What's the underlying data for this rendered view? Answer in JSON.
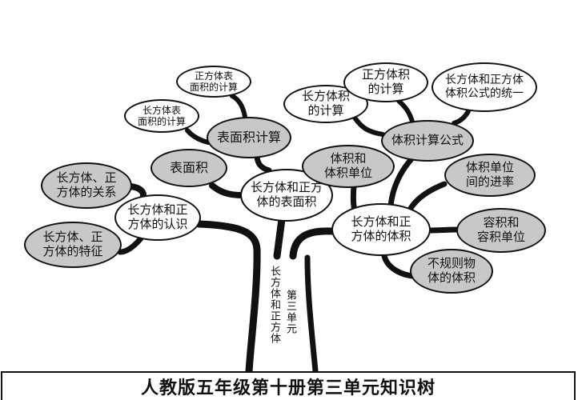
{
  "title": "人教版五年级第十册第三单元知识树",
  "trunk": {
    "left_label": "长方体和正方体",
    "right_label": "第三单元"
  },
  "colors": {
    "grey_fill": "#c8c8c8",
    "white_fill": "#ffffff",
    "stroke": "#111111"
  },
  "nodes": {
    "cube_surface_calc": {
      "text": "正方体表\n面积的计算",
      "fill": "white"
    },
    "cuboid_surface_calc": {
      "text": "长方体表\n面积的计算",
      "fill": "white"
    },
    "surface_area_calc": {
      "text": "表面积计算",
      "fill": "grey"
    },
    "surface_area": {
      "text": "表面积",
      "fill": "grey"
    },
    "relationship": {
      "text": "长方体、正\n方体的关系",
      "fill": "grey"
    },
    "surface_area_main": {
      "text": "长方体和正方\n体的表面积",
      "fill": "white"
    },
    "recognition": {
      "text": "长方体和正\n方体的认识",
      "fill": "white"
    },
    "features": {
      "text": "长方体、正\n方体的特征",
      "fill": "grey"
    },
    "cuboid_volume_calc": {
      "text": "长方体积\n的计算",
      "fill": "white"
    },
    "cube_volume_calc": {
      "text": "正方体积\n的计算",
      "fill": "white"
    },
    "formula_unification": {
      "text": "长方体和正方体\n体积公式的统一",
      "fill": "white"
    },
    "volume_formula": {
      "text": "体积计算公式",
      "fill": "grey"
    },
    "volume_units": {
      "text": "体积和\n体积单位",
      "fill": "grey"
    },
    "unit_conversion": {
      "text": "体积单位\n间的进率",
      "fill": "grey"
    },
    "volume_main": {
      "text": "长方体和正\n方体的体积",
      "fill": "white"
    },
    "capacity_units": {
      "text": "容积和\n容积单位",
      "fill": "grey"
    },
    "irregular_volume": {
      "text": "不规则物\n体的体积",
      "fill": "grey"
    }
  }
}
